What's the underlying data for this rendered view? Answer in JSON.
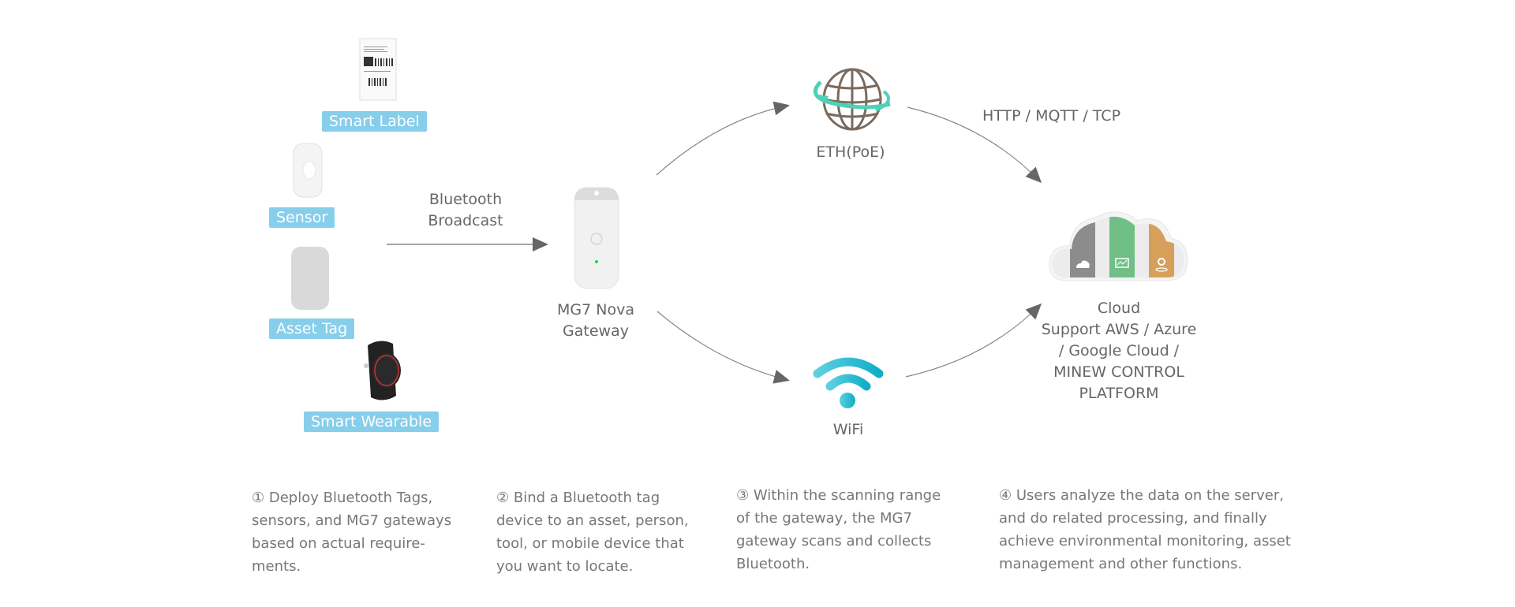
{
  "devices": [
    {
      "name": "Smart Label",
      "icon": "smart-label-icon"
    },
    {
      "name": "Sensor",
      "icon": "sensor-icon"
    },
    {
      "name": "Asset Tag",
      "icon": "asset-tag-icon"
    },
    {
      "name": "Smart Wearable",
      "icon": "smart-wearable-icon"
    }
  ],
  "broadcast": {
    "label_line1": "Bluetooth",
    "label_line2": "Broadcast"
  },
  "gateway": {
    "label_line1": "MG7 Nova",
    "label_line2": "Gateway",
    "icon": "gateway-device-icon"
  },
  "eth": {
    "label": "ETH(PoE)",
    "icon": "globe-icon"
  },
  "wifi": {
    "label": "WiFi",
    "icon": "wifi-icon"
  },
  "protocol": {
    "label": "HTTP / MQTT / TCP"
  },
  "cloud": {
    "icon": "cloud-icon",
    "lines": [
      "Cloud",
      "Support AWS / Azure",
      "/ Google Cloud /",
      "MINEW CONTROL",
      "PLATFORM"
    ]
  },
  "steps": [
    {
      "lines": [
        "① Deploy Bluetooth Tags,",
        "sensors, and MG7 gateways",
        "based on actual require-",
        "ments."
      ]
    },
    {
      "lines": [
        "② Bind a Bluetooth tag",
        "device to an asset, person,",
        "tool, or mobile device that",
        "you want to locate."
      ]
    },
    {
      "lines": [
        "③ Within the scanning range",
        "of the gateway, the MG7",
        "gateway scans and collects",
        "Bluetooth."
      ]
    },
    {
      "lines": [
        "④ Users analyze the data on the server,",
        "and do related processing, and finally",
        "achieve environmental monitoring, asset",
        "management and other functions."
      ]
    }
  ],
  "colors": {
    "tag_label_bg": "#87ceeb",
    "arrow": "#666666",
    "wifi": "#1fb5cc",
    "globe": "#7a6a5e",
    "globe_ring": "#4fd1b8",
    "cloud_gray": "#8c8c8c",
    "cloud_green": "#6fbf86",
    "cloud_orange": "#d6a05a"
  }
}
